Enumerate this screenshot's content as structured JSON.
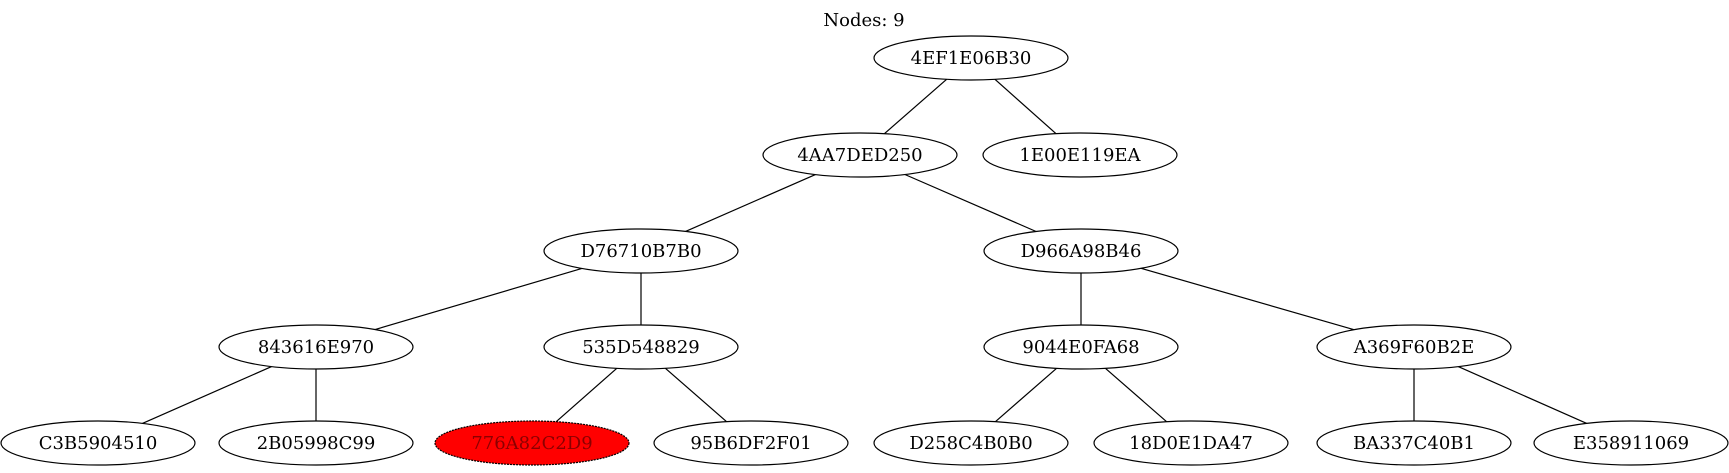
{
  "graph": {
    "title": "Nodes: 9",
    "highlight_color": "#ff0000",
    "nodes": [
      {
        "id": "n1",
        "label": "4EF1E06B30"
      },
      {
        "id": "n2",
        "label": "4AA7DED250"
      },
      {
        "id": "n3",
        "label": "1E00E119EA"
      },
      {
        "id": "n4",
        "label": "D76710B7B0"
      },
      {
        "id": "n5",
        "label": "D966A98B46"
      },
      {
        "id": "n6",
        "label": "843616E970"
      },
      {
        "id": "n7",
        "label": "535D548829"
      },
      {
        "id": "n8",
        "label": "9044E0FA68"
      },
      {
        "id": "n9",
        "label": "A369F60B2E"
      },
      {
        "id": "n10",
        "label": "C3B5904510"
      },
      {
        "id": "n11",
        "label": "2B05998C99"
      },
      {
        "id": "n12",
        "label": "776A82C2D9",
        "highlight": true
      },
      {
        "id": "n13",
        "label": "95B6DF2F01"
      },
      {
        "id": "n14",
        "label": "D258C4B0B0"
      },
      {
        "id": "n15",
        "label": "18D0E1DA47"
      },
      {
        "id": "n16",
        "label": "BA337C40B1"
      },
      {
        "id": "n17",
        "label": "E358911069"
      }
    ],
    "edges": [
      [
        "n1",
        "n2"
      ],
      [
        "n1",
        "n3"
      ],
      [
        "n2",
        "n4"
      ],
      [
        "n2",
        "n5"
      ],
      [
        "n4",
        "n6"
      ],
      [
        "n4",
        "n7"
      ],
      [
        "n5",
        "n8"
      ],
      [
        "n5",
        "n9"
      ],
      [
        "n6",
        "n10"
      ],
      [
        "n6",
        "n11"
      ],
      [
        "n7",
        "n12"
      ],
      [
        "n7",
        "n13"
      ],
      [
        "n8",
        "n14"
      ],
      [
        "n8",
        "n15"
      ],
      [
        "n9",
        "n16"
      ],
      [
        "n9",
        "n17"
      ]
    ]
  }
}
